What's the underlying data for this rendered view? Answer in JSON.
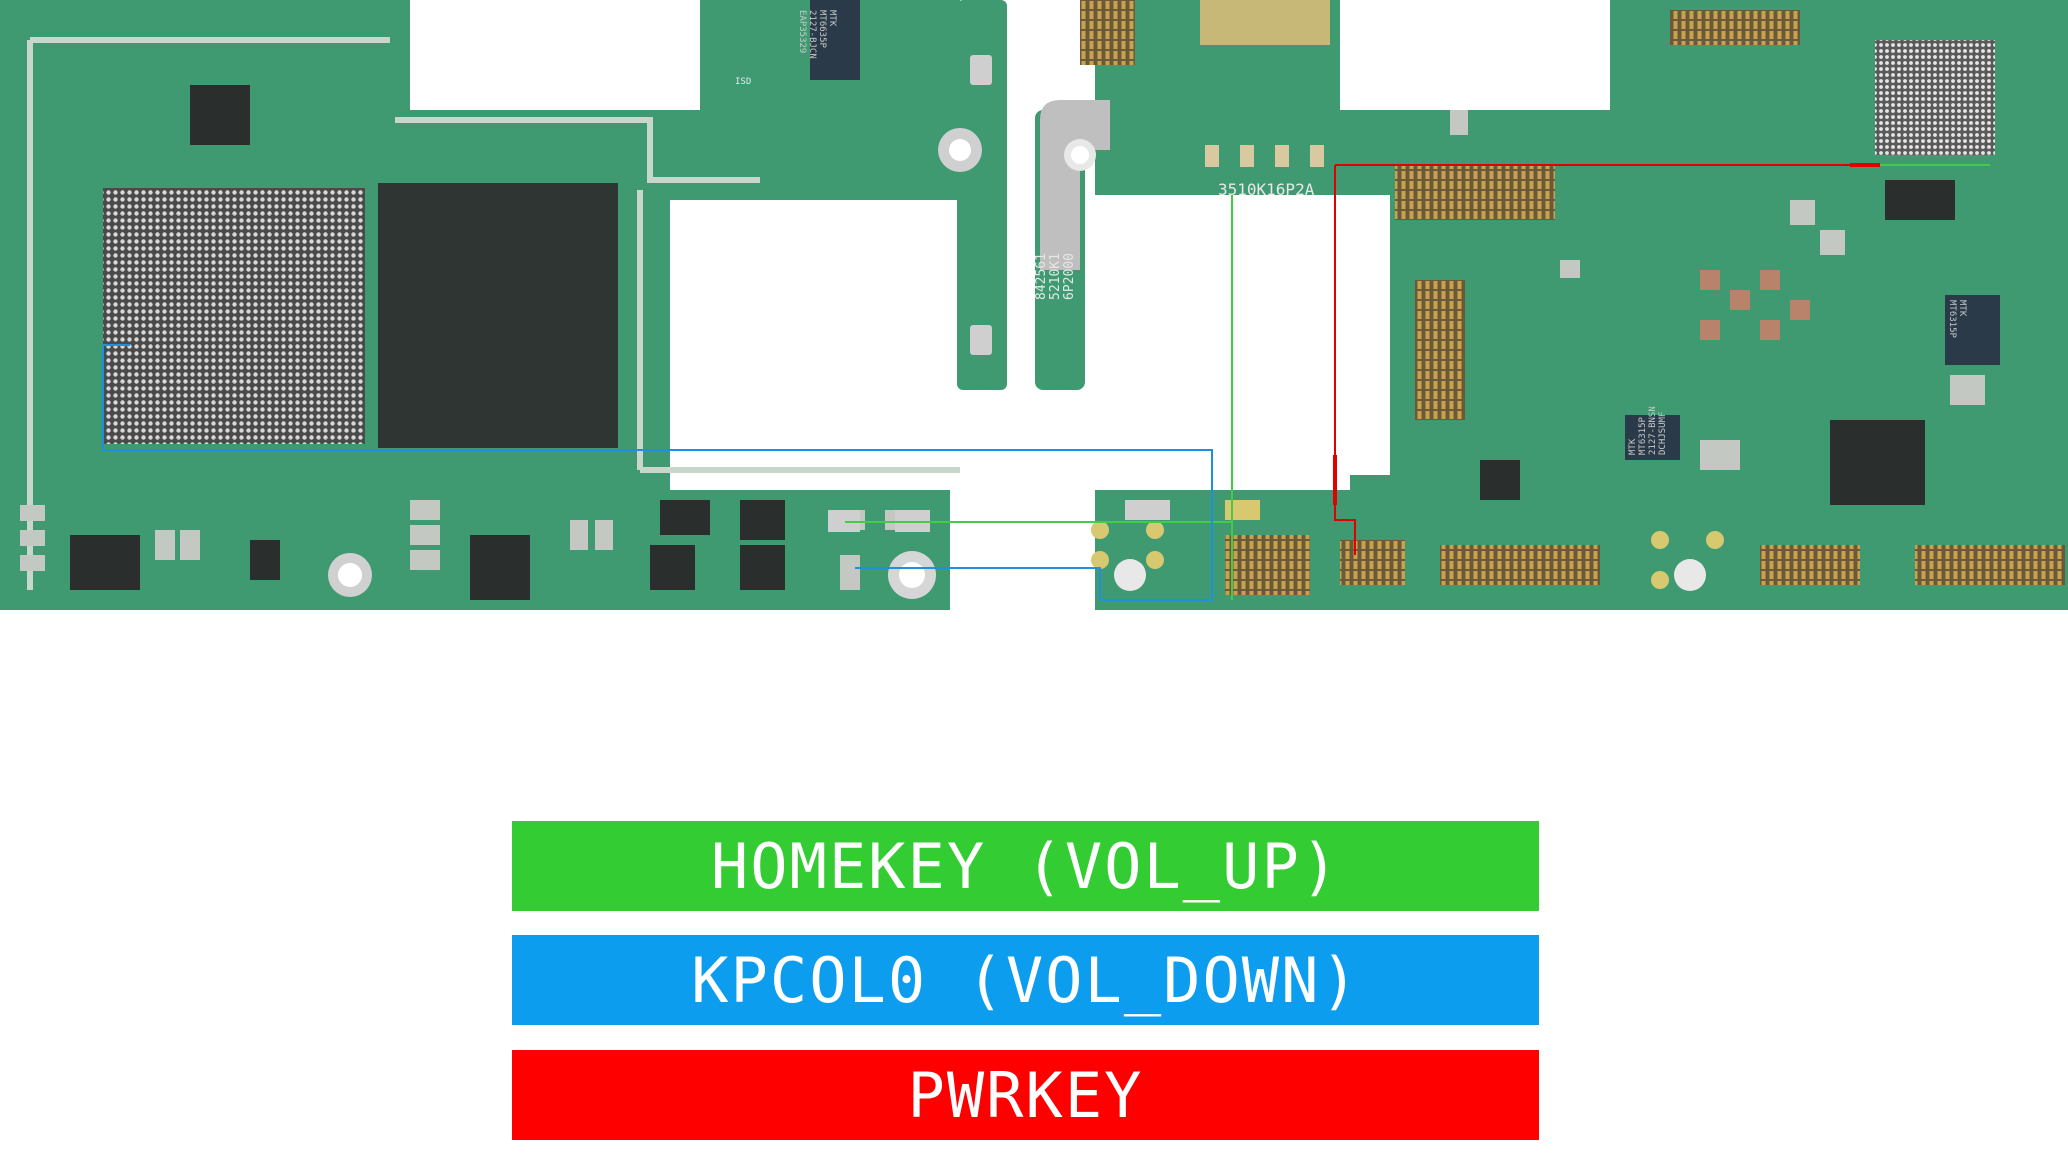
{
  "board": {
    "marking_main": "3510K16P2A",
    "marking_flex_1": "842561",
    "marking_flex_2": "5210K1",
    "marking_flex_3": "6P2000",
    "chip_left_top": [
      "MTK",
      "MT6635P",
      "2127-BJCN",
      "EAP35329"
    ],
    "chip_right_mid": [
      "MTK",
      "MT6315P",
      "2127-BNSN",
      "DCHJSUMF"
    ],
    "chip_right_side": [
      "MTK",
      "MT6315P"
    ],
    "label_isd": "ISD"
  },
  "colors": {
    "pcb": "#3f9a72",
    "pcb_dark": "#2d7a58",
    "trace_green": "#44cc44",
    "trace_blue": "#1e90e0",
    "trace_red": "#e00000"
  },
  "legend": {
    "homekey": "HOMEKEY (VOL_UP)",
    "kpcol0": "KPCOL0 (VOL_DOWN)",
    "pwrkey": "PWRKEY"
  },
  "legend_colors": {
    "homekey": "#33cc33",
    "kpcol0": "#0c9dee",
    "pwrkey": "#ff0000"
  }
}
